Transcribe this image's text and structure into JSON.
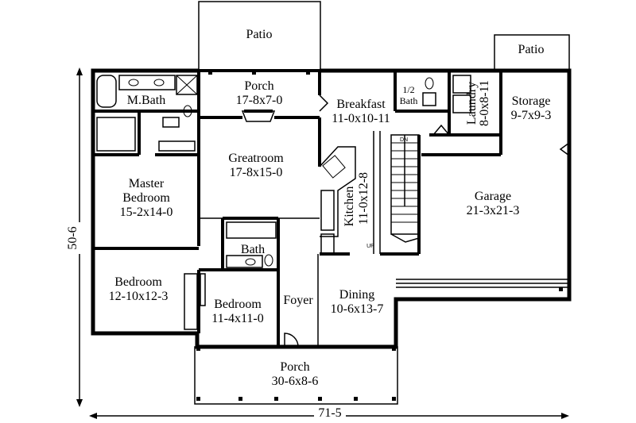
{
  "rooms": {
    "patio_top": {
      "name": "Patio"
    },
    "patio_right": {
      "name": "Patio"
    },
    "porch_rear": {
      "name": "Porch",
      "size": "17-8x7-0"
    },
    "mbath": {
      "name": "M.Bath"
    },
    "breakfast": {
      "name": "Breakfast",
      "size": "11-0x10-11"
    },
    "half_bath": {
      "name": "1/2",
      "name2": "Bath"
    },
    "laundry": {
      "name": "Laundry",
      "size": "8-0x8-11"
    },
    "storage": {
      "name": "Storage",
      "size": "9-7x9-3"
    },
    "greatroom": {
      "name": "Greatroom",
      "size": "17-8x15-0"
    },
    "master": {
      "name": "Master",
      "name2": "Bedroom",
      "size": "15-2x14-0"
    },
    "kitchen": {
      "name": "Kitchen",
      "size": "11-0x12-8"
    },
    "garage": {
      "name": "Garage",
      "size": "21-3x21-3"
    },
    "bath": {
      "name": "Bath"
    },
    "bedroom2": {
      "name": "Bedroom",
      "size": "12-10x12-3"
    },
    "bedroom3": {
      "name": "Bedroom",
      "size": "11-4x11-0"
    },
    "foyer": {
      "name": "Foyer"
    },
    "dining": {
      "name": "Dining",
      "size": "10-6x13-7"
    },
    "porch_front": {
      "name": "Porch",
      "size": "30-6x8-6"
    }
  },
  "stair_labels": {
    "down": "DN",
    "up": "UP"
  },
  "dimensions": {
    "width": "71-5",
    "depth": "50-6"
  }
}
